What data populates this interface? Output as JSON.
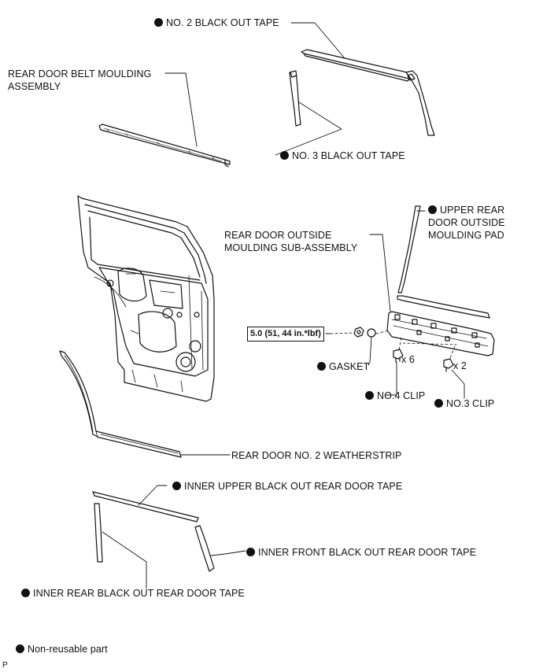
{
  "labels": {
    "black_out_tape_2": "NO. 2 BLACK OUT TAPE",
    "belt_moulding_line1": "REAR DOOR BELT MOULDING",
    "belt_moulding_line2": "ASSEMBLY",
    "black_out_tape_3": "NO. 3 BLACK OUT TAPE",
    "upper_pad_line1": "UPPER REAR",
    "upper_pad_line2": "DOOR OUTSIDE",
    "upper_pad_line3": "MOULDING PAD",
    "outside_moulding_line1": "REAR DOOR OUTSIDE",
    "outside_moulding_line2": "MOULDING SUB-ASSEMBLY",
    "torque": "5.0 (51, 44 in.*lbf)",
    "gasket": "GASKET",
    "qty_6": "x 6",
    "qty_2": "x 2",
    "no4_clip": "NO.4 CLIP",
    "no3_clip": "NO.3 CLIP",
    "weatherstrip": "REAR DOOR NO. 2 WEATHERSTRIP",
    "inner_upper_tape": "INNER UPPER BLACK OUT REAR DOOR TAPE",
    "inner_front_tape": "INNER FRONT BLACK OUT REAR DOOR TAPE",
    "inner_rear_tape": "INNER REAR BLACK OUT REAR DOOR TAPE",
    "legend": "Non-reusable part",
    "footer_code": "P"
  },
  "non_reusable_marker": "filled-black-circle",
  "non_reusable_parts": [
    "NO. 2 BLACK OUT TAPE",
    "NO. 3 BLACK OUT TAPE",
    "UPPER REAR DOOR OUTSIDE MOULDING PAD",
    "GASKET",
    "NO.4 CLIP",
    "NO.3 CLIP",
    "INNER UPPER BLACK OUT REAR DOOR TAPE",
    "INNER FRONT BLACK OUT REAR DOOR TAPE",
    "INNER REAR BLACK OUT REAR DOOR TAPE"
  ]
}
